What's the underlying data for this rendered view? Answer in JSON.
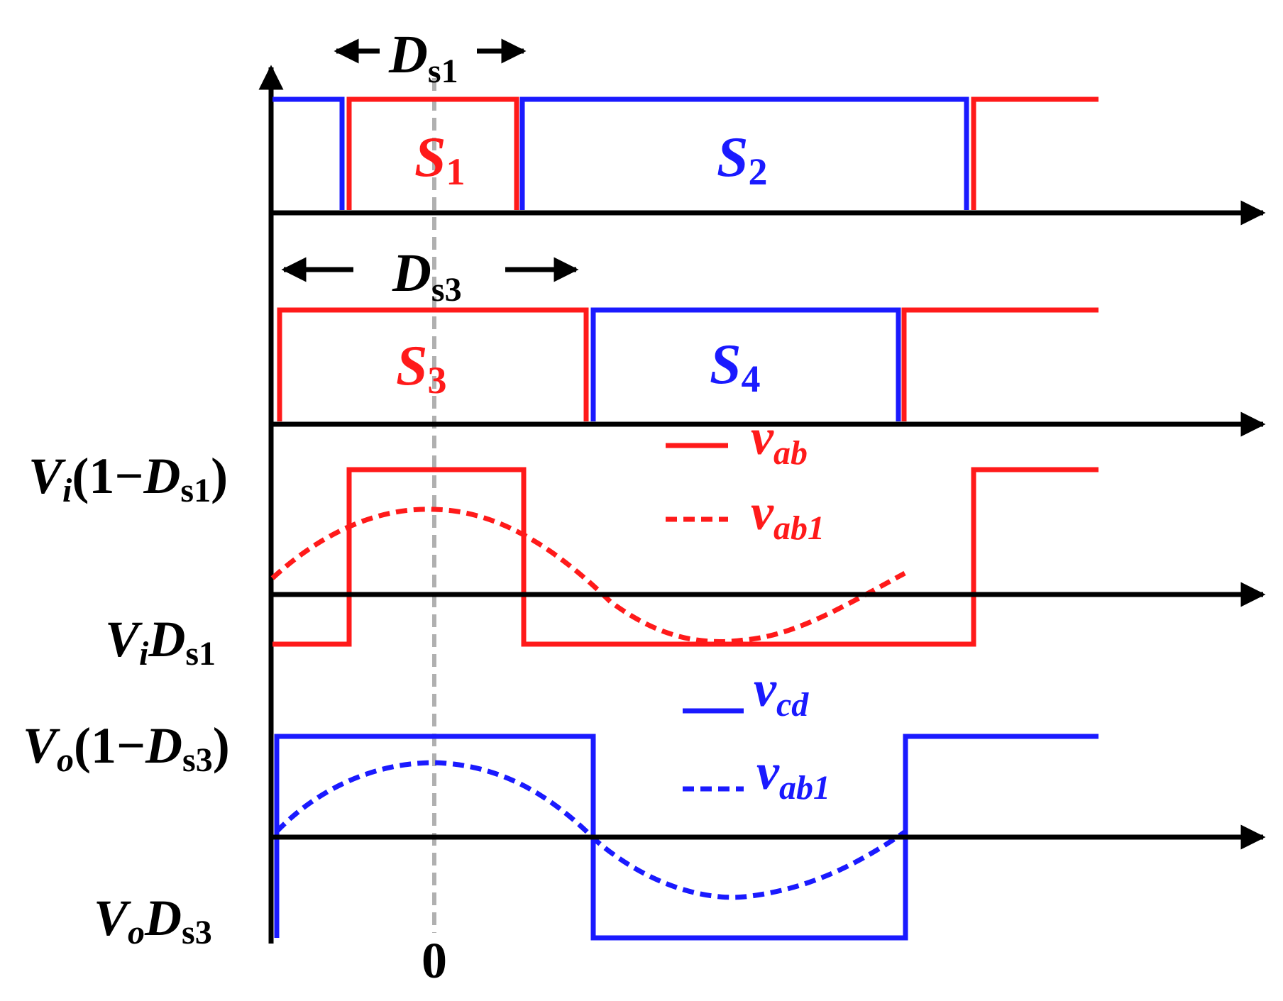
{
  "colors": {
    "red": "#ff1a1a",
    "blue": "#1a1aff",
    "black": "#000000",
    "dash_gray": "#b0b0b0"
  },
  "labels": {
    "ds1": {
      "main": "D",
      "sub": "s1"
    },
    "ds3": {
      "main": "D",
      "sub": "s3"
    },
    "s1": {
      "main": "S",
      "sub": "1"
    },
    "s2": {
      "main": "S",
      "sub": "2"
    },
    "s3": {
      "main": "S",
      "sub": "3"
    },
    "s4": {
      "main": "S",
      "sub": "4"
    },
    "vi_high": {
      "v": "V",
      "vsub": "i",
      "open": "(1−",
      "d": "D",
      "dsub": "s1",
      "close": ")"
    },
    "vi_low": {
      "v": "V",
      "vsub": "i",
      "d": "D",
      "dsub": "s1"
    },
    "vo_high": {
      "v": "V",
      "vsub": "o",
      "open": "(1−",
      "d": "D",
      "dsub": "s3",
      "close": ")"
    },
    "vo_low": {
      "v": "V",
      "vsub": "o",
      "d": "D",
      "dsub": "s3"
    },
    "zero": "0"
  },
  "legend": {
    "vab": {
      "main": "v",
      "sub": "ab"
    },
    "vab1_red": {
      "main": "v",
      "sub": "ab1"
    },
    "vcd": {
      "main": "v",
      "sub": "cd"
    },
    "vab1_blue": {
      "main": "v",
      "sub": "ab1"
    }
  }
}
